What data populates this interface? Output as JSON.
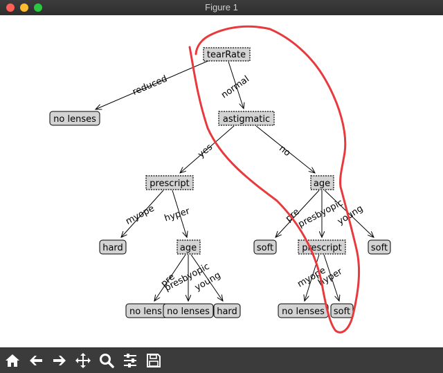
{
  "window": {
    "title": "Figure 1"
  },
  "tree": {
    "root": "tearRate",
    "reduced_branch": "reduced",
    "normal_branch": "normal",
    "no_lenses": "no lenses",
    "astigmatic": "astigmatic",
    "yes_branch": "yes",
    "no_branch": "no",
    "prescript": "prescript",
    "age": "age",
    "myope_branch": "myope",
    "hyper_branch": "hyper",
    "hard": "hard",
    "age2": "age",
    "pre_branch": "pre",
    "presbyopic_branch": "presbyopic",
    "young_branch": "young",
    "no_lenses_a": "no lens",
    "no_lenses_b": "no lenses",
    "hard2": "hard",
    "soft_a": "soft",
    "prescript2": "prescript",
    "soft_b": "soft",
    "pre_branch2": "pre",
    "presbyopic_branch2": "presbyopic",
    "young_branch2": "young",
    "myope_branch2": "myope",
    "hyper_branch2": "hyper",
    "no_lenses_c": "no lenses",
    "soft_c": "soft"
  },
  "toolbar": {
    "icons": [
      "home-icon",
      "back-arrow-icon",
      "forward-arrow-icon",
      "pan-icon",
      "zoom-icon",
      "configure-subplots-icon",
      "save-icon"
    ]
  },
  "colors": {
    "decision_node_fill": "#d3d3d3",
    "annotation_stroke": "#e8393c",
    "toolbar_bg": "#3b3b3b"
  }
}
